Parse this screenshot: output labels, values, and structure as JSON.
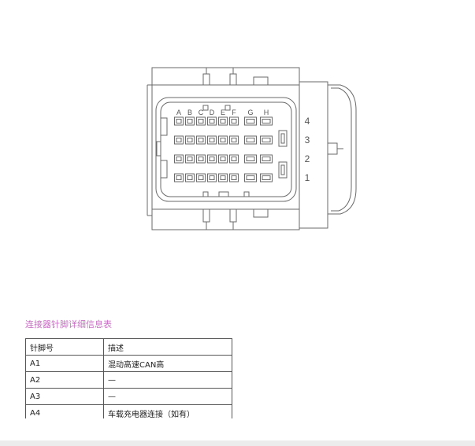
{
  "connector": {
    "column_labels": [
      "A",
      "B",
      "C",
      "D",
      "E",
      "F",
      "G",
      "H"
    ],
    "row_labels": [
      "4",
      "3",
      "2",
      "1"
    ]
  },
  "table": {
    "title": "连接器针脚详细信息表",
    "headers": [
      "针脚号",
      "描述"
    ],
    "rows": [
      [
        "A1",
        "混动高速CAN高"
      ],
      [
        "A2",
        "—"
      ],
      [
        "A3",
        "—"
      ],
      [
        "A4",
        "车载充电器连接（如有）"
      ]
    ]
  }
}
